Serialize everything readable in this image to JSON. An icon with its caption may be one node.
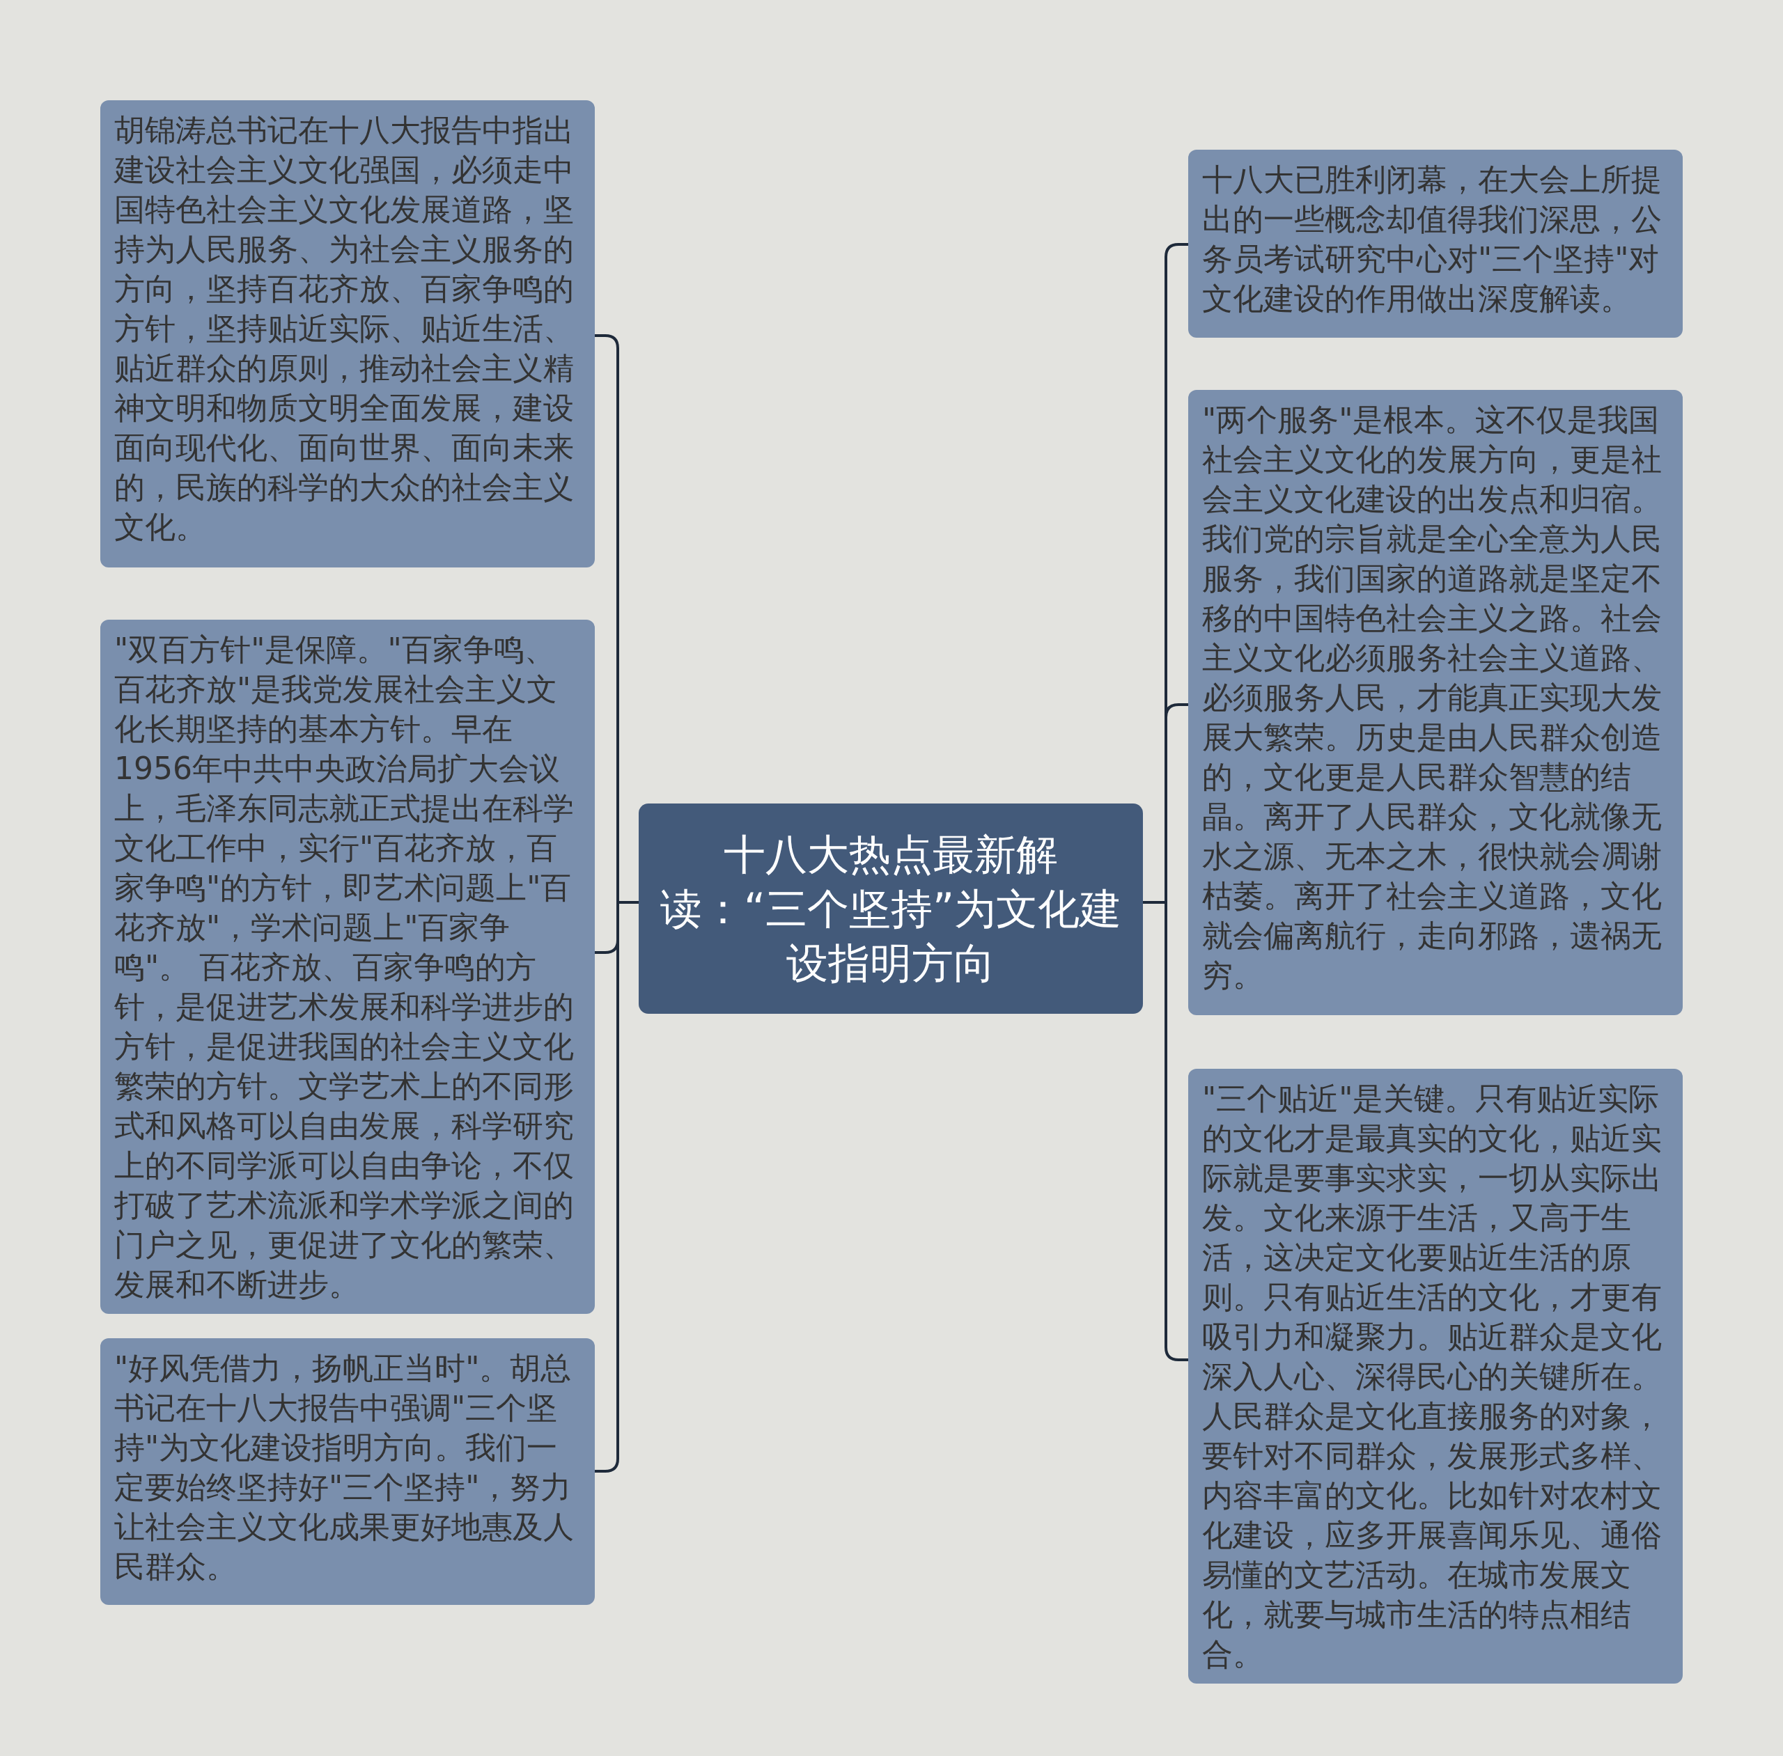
{
  "diagram": {
    "nodes": [
      {
        "text": [
          "十八大热点最新解读：“三个坚持”为文化建设指明方向"
        ]
      },
      {
        "text": [
          "胡锦涛总书记在十八大报告中指出建设社会主义文化强国，必须走中国特色社会主义文化发展道路，坚持为人民服务、为社会主义服务的方向，坚持百花齐放、百家争鸣的方针，坚持贴近实际、贴近生活、贴近群众的原则，推动社会主义精神文明和物质文明全面发展，建设面向现代化、面向世界、面向未来的，民族的科学的大众的社会主义文化。"
        ]
      },
      {
        "text": [
          "\"双百方针\"是保障。\"百家争鸣、百花齐放\"是我党发展社会主义文化长期坚持的基本方针。早在1956年中共中央政治局扩大会议上，毛泽东同志就正式提出在科学文化工作中，实行\"百花齐放，百家争鸣\"的方针，即艺术问题上\"百花齐放\"，学术问题上\"百家争鸣\"。 百花齐放、百家争鸣的方针，是促进艺术发展和科学进步的方针，是促进我国的社会主义文化繁荣的方针。文学艺术上的不同形式和风格可以自由发展，科学研究上的不同学派可以自由争论，不仅打破了艺术流派和学术学派之间的门户之见，更促进了文化的繁荣、发展和不断进步。"
        ]
      },
      {
        "text": [
          "\"好风凭借力，扬帆正当时\"。胡总书记在十八大报告中强调\"三个坚持\"为文化建设指明方向。我们一定要始终坚持好\"三个坚持\"，努力让社会主义文化成果更好地惠及人民群众。"
        ]
      },
      {
        "text": [
          "十八大已胜利闭幕，在大会上所提出的一些概念却值得我们深思，公务员考试研究中心对\"三个坚持\"对文化建设的作用做出深度解读。"
        ]
      },
      {
        "text": [
          "\"两个服务\"是根本。这不仅是我国社会主义文化的发展方向，更是社会主义文化建设的出发点和归宿。我们党的宗旨就是全心全意为人民服务，我们国家的道路就是坚定不移的中国特色社会主义之路。社会主义文化必须服务社会主义道路、必须服务人民，才能真正实现大发展大繁荣。历史是由人民群众创造的，文化更是人民群众智慧的结晶。离开了人民群众，文化就像无水之源、无本之木，很快就会凋谢枯萎。离开了社会主义道路，文化就会偏离航行，走向邪路，遗祸无穷。"
        ]
      },
      {
        "text": [
          "\"三个贴近\"是关键。只有贴近实际的文化才是最真实的文化，贴近实际就是要事实求实，一切从实际出发。文化来源于生活，又高于生活，这决定文化要贴近生活的原则。只有贴近生活的文化，才更有吸引力和凝聚力。贴近群众是文化深入人心、深得民心的关键所在。人民群众是文化直接服务的对象，要针对不同群众，发展形式多样、内容丰富的文化。比如针对农村文化建设，应多开展喜闻乐见、通俗易懂的文艺活动。在城市发展文化，就要与城市生活的特点相结合。"
        ]
      }
    ],
    "edges": [
      {
        "from": 0,
        "to": 1,
        "arrow": "none"
      },
      {
        "from": 0,
        "to": 2,
        "arrow": "none"
      },
      {
        "from": 0,
        "to": 3,
        "arrow": "none"
      },
      {
        "from": 0,
        "to": 4,
        "arrow": "none"
      },
      {
        "from": 0,
        "to": 5,
        "arrow": "none"
      },
      {
        "from": 0,
        "to": 6,
        "arrow": "none"
      }
    ]
  }
}
